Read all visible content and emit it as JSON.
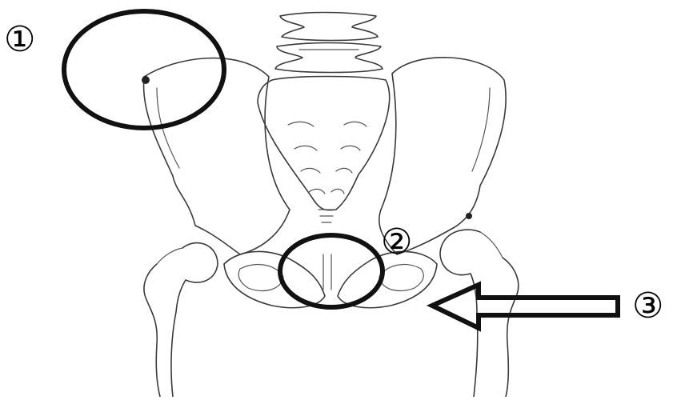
{
  "labels": {
    "marker1": "①",
    "marker2": "②",
    "marker3": "③"
  }
}
